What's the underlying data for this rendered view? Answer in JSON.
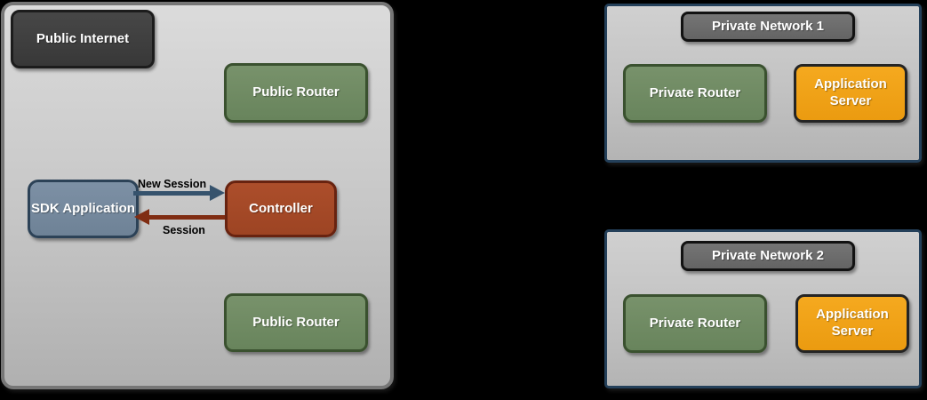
{
  "colors": {
    "page_background": "#000000",
    "zone_border": "#767676",
    "zone_fill_top": "#dbdbdb",
    "zone_fill_bottom": "#b0b0b0",
    "network_zone_border": "#24405a",
    "dark_label_fill": "#3e3e3e",
    "network_title_fill": "#6e6e6e",
    "router_green_fill": "#6f8a62",
    "router_green_border": "#3a512f",
    "sdk_blue_fill": "#75889c",
    "sdk_blue_border": "#2c4257",
    "controller_rust_fill": "#a54a28",
    "controller_rust_border": "#682310",
    "app_server_amber_fill": "#f0a117",
    "app_server_amber_border": "#242424",
    "arrow_blue": "#36536d",
    "arrow_red": "#802d13"
  },
  "public_internet": {
    "zone_label": "Public Internet",
    "router_top_label": "Public Router",
    "router_bottom_label": "Public Router",
    "sdk_application_label": "SDK Application",
    "controller_label": "Controller",
    "new_session_arrow_label": "New Session",
    "session_arrow_label": "Session"
  },
  "private_network_1": {
    "title": "Private Network 1",
    "private_router_label": "Private Router",
    "application_server_label": "Application Server"
  },
  "private_network_2": {
    "title": "Private Network 2",
    "private_router_label": "Private Router",
    "application_server_label": "Application Server"
  }
}
